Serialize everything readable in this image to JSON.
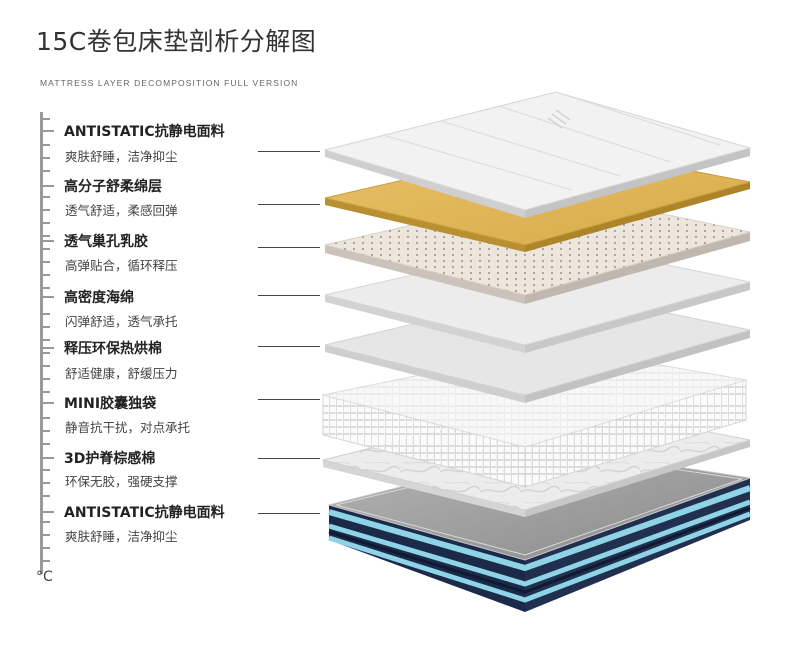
{
  "header": {
    "title": "15C卷包床垫剖析分解图",
    "subtitle": "MATTRESS LAYER DECOMPOSITION FULL VERSION"
  },
  "scale": {
    "unit": "°C"
  },
  "layers": [
    {
      "name": "ANTISTATIC抗静电面料",
      "desc": "爽肤舒睡，洁净抑尘"
    },
    {
      "name": "高分子舒柔绵层",
      "desc": "透气舒适，柔感回弹"
    },
    {
      "name": "透气巢孔乳胶",
      "desc": "高弹贴合，循环释压"
    },
    {
      "name": "高密度海绵",
      "desc": "闪弹舒适，透气承托"
    },
    {
      "name": "释压环保热烘棉",
      "desc": "舒适健康，舒缓压力"
    },
    {
      "name": "MINI胶囊独袋",
      "desc": "静音抗干扰，对点承托"
    },
    {
      "name": "3D护脊棕感棉",
      "desc": "环保无胶，强硬支撑"
    },
    {
      "name": "ANTISTATIC抗静电面料",
      "desc": "爽肤舒睡，洁净抑尘"
    }
  ],
  "colors": {
    "ruler": "#9a9a9a",
    "fabric": "#f2f2f2",
    "gold": "#e2b95a",
    "latex": "#ede6dc",
    "foam": "#e8e8e8",
    "base_band_blue": "#8fd3e6",
    "base_band_navy": "#1c2a4a",
    "base_top": "#9a9a9a"
  },
  "icons": {
    "cover_brand_mark": "embossed-wordmark"
  }
}
